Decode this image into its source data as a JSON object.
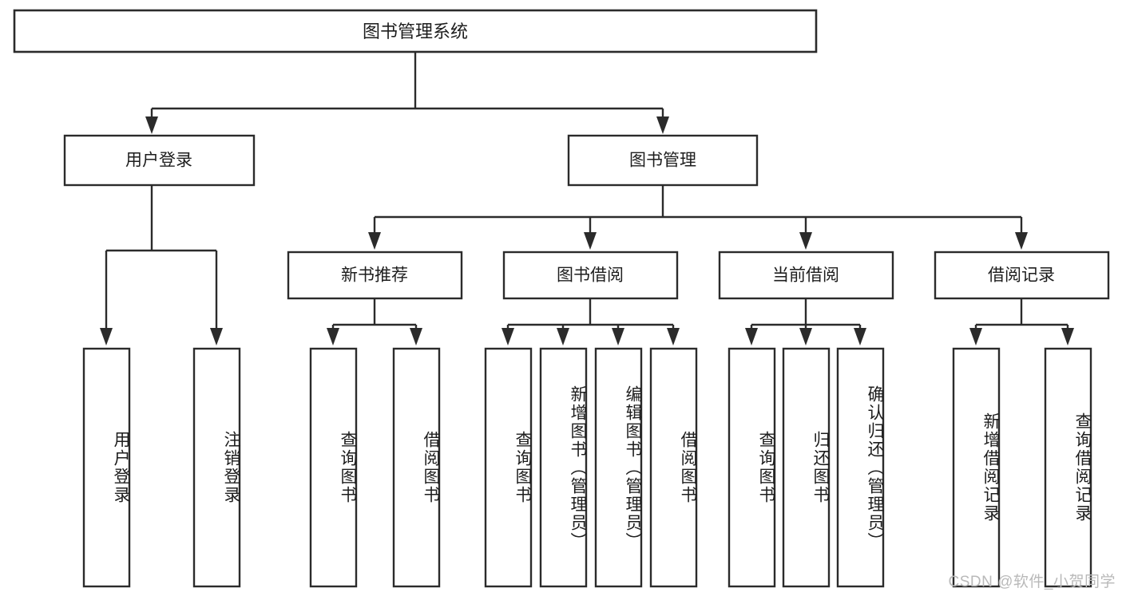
{
  "diagram": {
    "type": "hierarchy-tree",
    "title": "图书管理系统",
    "orientation": "top-down",
    "colors": {
      "background": "#ffffff",
      "node_fill": "#ffffff",
      "node_stroke": "#2b2b2b",
      "text": "#1d1d1d",
      "watermark": "#b9b9b9"
    },
    "levels": {
      "root": {
        "label": "图书管理系统"
      },
      "level2": [
        {
          "label": "用户登录"
        },
        {
          "label": "图书管理"
        }
      ],
      "level3": [
        {
          "label": "新书推荐",
          "parent": "图书管理"
        },
        {
          "label": "图书借阅",
          "parent": "图书管理"
        },
        {
          "label": "当前借阅",
          "parent": "图书管理"
        },
        {
          "label": "借阅记录",
          "parent": "图书管理"
        }
      ],
      "leaves": [
        {
          "label": "用户登录",
          "parent": "用户登录"
        },
        {
          "label": "注销登录",
          "parent": "用户登录"
        },
        {
          "label": "查询图书",
          "parent": "新书推荐"
        },
        {
          "label": "借阅图书",
          "parent": "新书推荐"
        },
        {
          "label": "查询图书",
          "parent": "图书借阅"
        },
        {
          "label": "新增图书（管理员）",
          "parent": "图书借阅"
        },
        {
          "label": "编辑图书（管理员）",
          "parent": "图书借阅"
        },
        {
          "label": "借阅图书",
          "parent": "图书借阅"
        },
        {
          "label": "查询图书",
          "parent": "当前借阅"
        },
        {
          "label": "归还图书",
          "parent": "当前借阅"
        },
        {
          "label": "确认归还（管理员）",
          "parent": "当前借阅"
        },
        {
          "label": "新增借阅记录",
          "parent": "借阅记录"
        },
        {
          "label": "查询借阅记录",
          "parent": "借阅记录"
        }
      ]
    }
  },
  "watermark": {
    "text": "CSDN @软件_小贺同学"
  }
}
